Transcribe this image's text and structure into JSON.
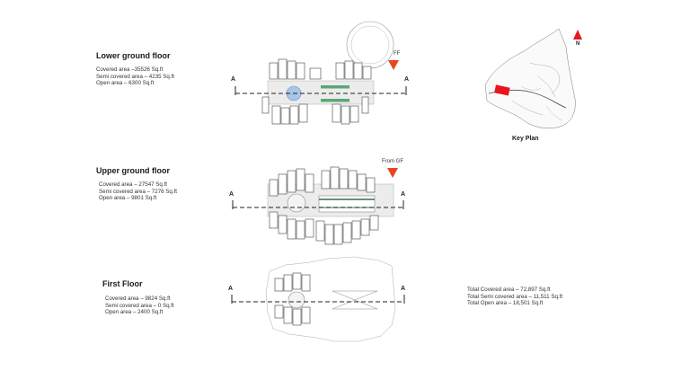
{
  "colors": {
    "arrow": "#e8461e",
    "keyplan_marker": "#e8161e",
    "green_band": "#5aa874",
    "blue_circle": "#a9c6e8",
    "plan_line": "#444444",
    "plan_fill": "#ededed"
  },
  "floors": [
    {
      "title": "Lower ground floor",
      "stats": [
        "Covered area –35526 Sq.ft",
        "Semi covered area – 4235 Sq.ft",
        "Open area – 6300 Sq.ft"
      ],
      "arrow_label": "To FF"
    },
    {
      "title": "Upper ground floor",
      "stats": [
        "Covered area – 27547 Sq.ft",
        "Semi covered area – 7276 Sq.ft",
        "Open area – 9801 Sq.ft"
      ],
      "arrow_label": "From GF"
    },
    {
      "title": "First Floor",
      "stats": [
        "Covered area – 9824 Sq.ft",
        "Semi covered area – 0 Sq.ft",
        "Open area – 2400 Sq.ft"
      ]
    }
  ],
  "section_marker": "A",
  "totals": [
    "Total Covered area – 72,897 Sq.ft",
    "Total Semi covered area – 11,511 Sq.ft",
    "Total Open area – 18,501 Sq.ft"
  ],
  "keyplan": {
    "title": "Key Plan",
    "north": "N"
  }
}
